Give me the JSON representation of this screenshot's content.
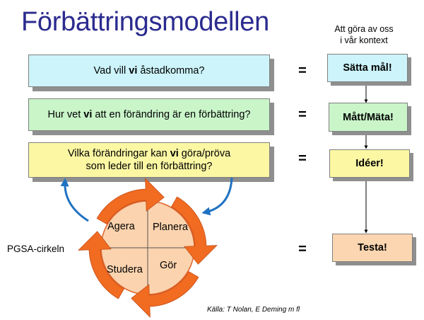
{
  "title": "Förbättringsmodellen",
  "context_heading": {
    "line1": "Att göra av oss",
    "line2": "i vår kontext"
  },
  "questions": [
    {
      "pre": "Vad vill ",
      "bold": "vi",
      "post": " åstadkomma?",
      "color": "#ccf4fa"
    },
    {
      "pre": "Hur vet ",
      "bold": "vi",
      "post": " att en förändring är en förbättring?",
      "color": "#c9f5c9"
    },
    {
      "pre": "Vilka förändringar kan ",
      "bold": "vi",
      "post": " göra/pröva som leder till en förbättring?",
      "color": "#fbf7a3"
    }
  ],
  "equals": "=",
  "answers": [
    {
      "label": "Sätta mål!",
      "color": "#ccf4fa"
    },
    {
      "label": "Mått/Mäta!",
      "color": "#c9f5c9"
    },
    {
      "label": "Idéer!",
      "color": "#fbf7a3"
    },
    {
      "label": "Testa!",
      "color": "#fbd6b0"
    }
  ],
  "cycle": {
    "quadrants": [
      "Agera",
      "Planera",
      "Studera",
      "Gör"
    ],
    "fill": "#fbd3ae",
    "arrow_color": "#f16b21",
    "outline_color": "#e0632a"
  },
  "pgsa_label": "PGSA-cirkeln",
  "source": "Källa: T Nolan, E Deming m fl",
  "blue_arrow_color": "#1f72c2"
}
